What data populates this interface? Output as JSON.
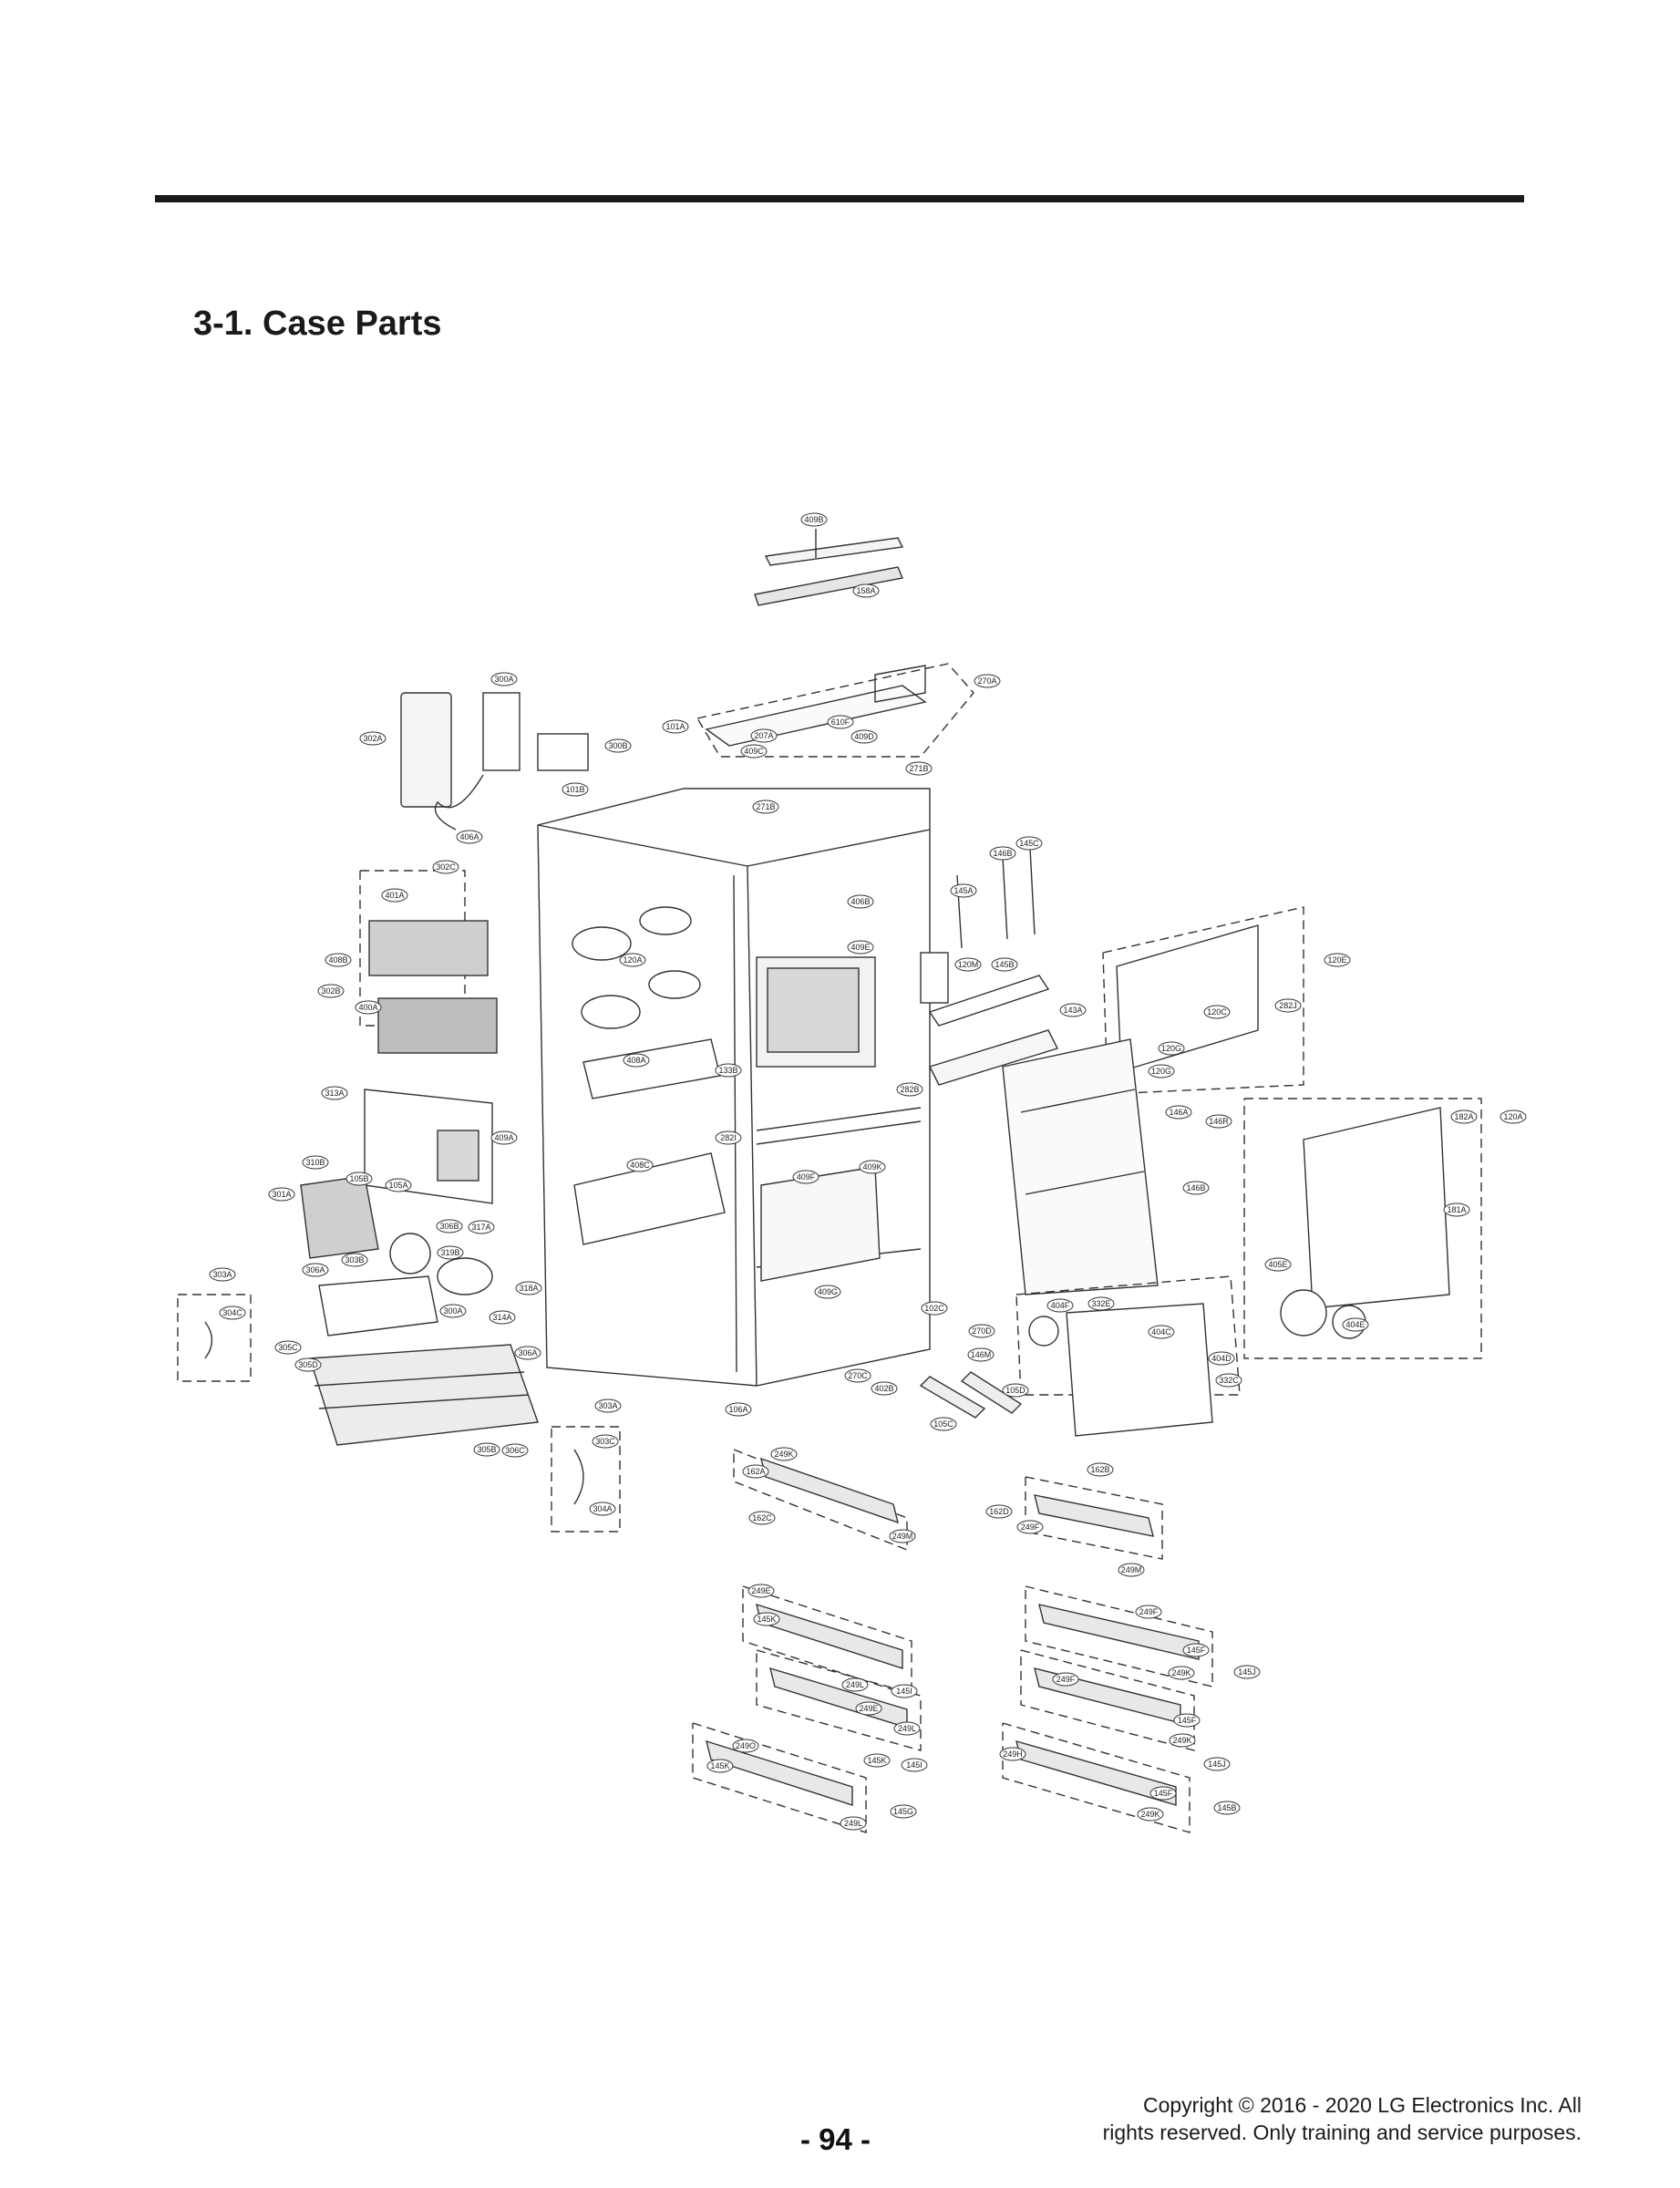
{
  "section_title": "3-1. Case Parts",
  "page_number": "- 94 -",
  "copyright": {
    "line1": "Copyright © 2016 - 2020 LG Electronics Inc. All",
    "line2": "rights reserved. Only training and service purposes."
  },
  "part_labels": [
    "409B",
    "158A",
    "270A",
    "300A",
    "300B",
    "302A",
    "101A",
    "207A",
    "610F",
    "409C",
    "409D",
    "271B",
    "101B",
    "271B",
    "406A",
    "406B",
    "302C",
    "145C",
    "146B",
    "145A",
    "409E",
    "401A",
    "408B",
    "120A",
    "145B",
    "120M",
    "302B",
    "400A",
    "143A",
    "120E",
    "120C",
    "282J",
    "120G",
    "120G",
    "313A",
    "133B",
    "282B",
    "408A",
    "409A",
    "408C",
    "282I",
    "146A",
    "146R",
    "182A",
    "120A",
    "310B",
    "105B",
    "409K",
    "409F",
    "146B",
    "181A",
    "301A",
    "105A",
    "306B",
    "317A",
    "303B",
    "319B",
    "405E",
    "303A",
    "306A",
    "318A",
    "409G",
    "304C",
    "332E",
    "102C",
    "270D",
    "404F",
    "300A",
    "314A",
    "404E",
    "305C",
    "146M",
    "404C",
    "305D",
    "306A",
    "404D",
    "270C",
    "402B",
    "105D",
    "332C",
    "303A",
    "106A",
    "105C",
    "303C",
    "305B",
    "306C",
    "249K",
    "162A",
    "162B",
    "304A",
    "162C",
    "162D",
    "249F",
    "249M",
    "249M",
    "249E",
    "249F",
    "145K",
    "145F",
    "249K",
    "145J",
    "249L",
    "145I",
    "249F",
    "249E",
    "145F",
    "249L",
    "249K",
    "249O",
    "145K",
    "145I",
    "249H",
    "145J",
    "145K",
    "145F",
    "249L",
    "249K",
    "145G",
    "145B"
  ]
}
